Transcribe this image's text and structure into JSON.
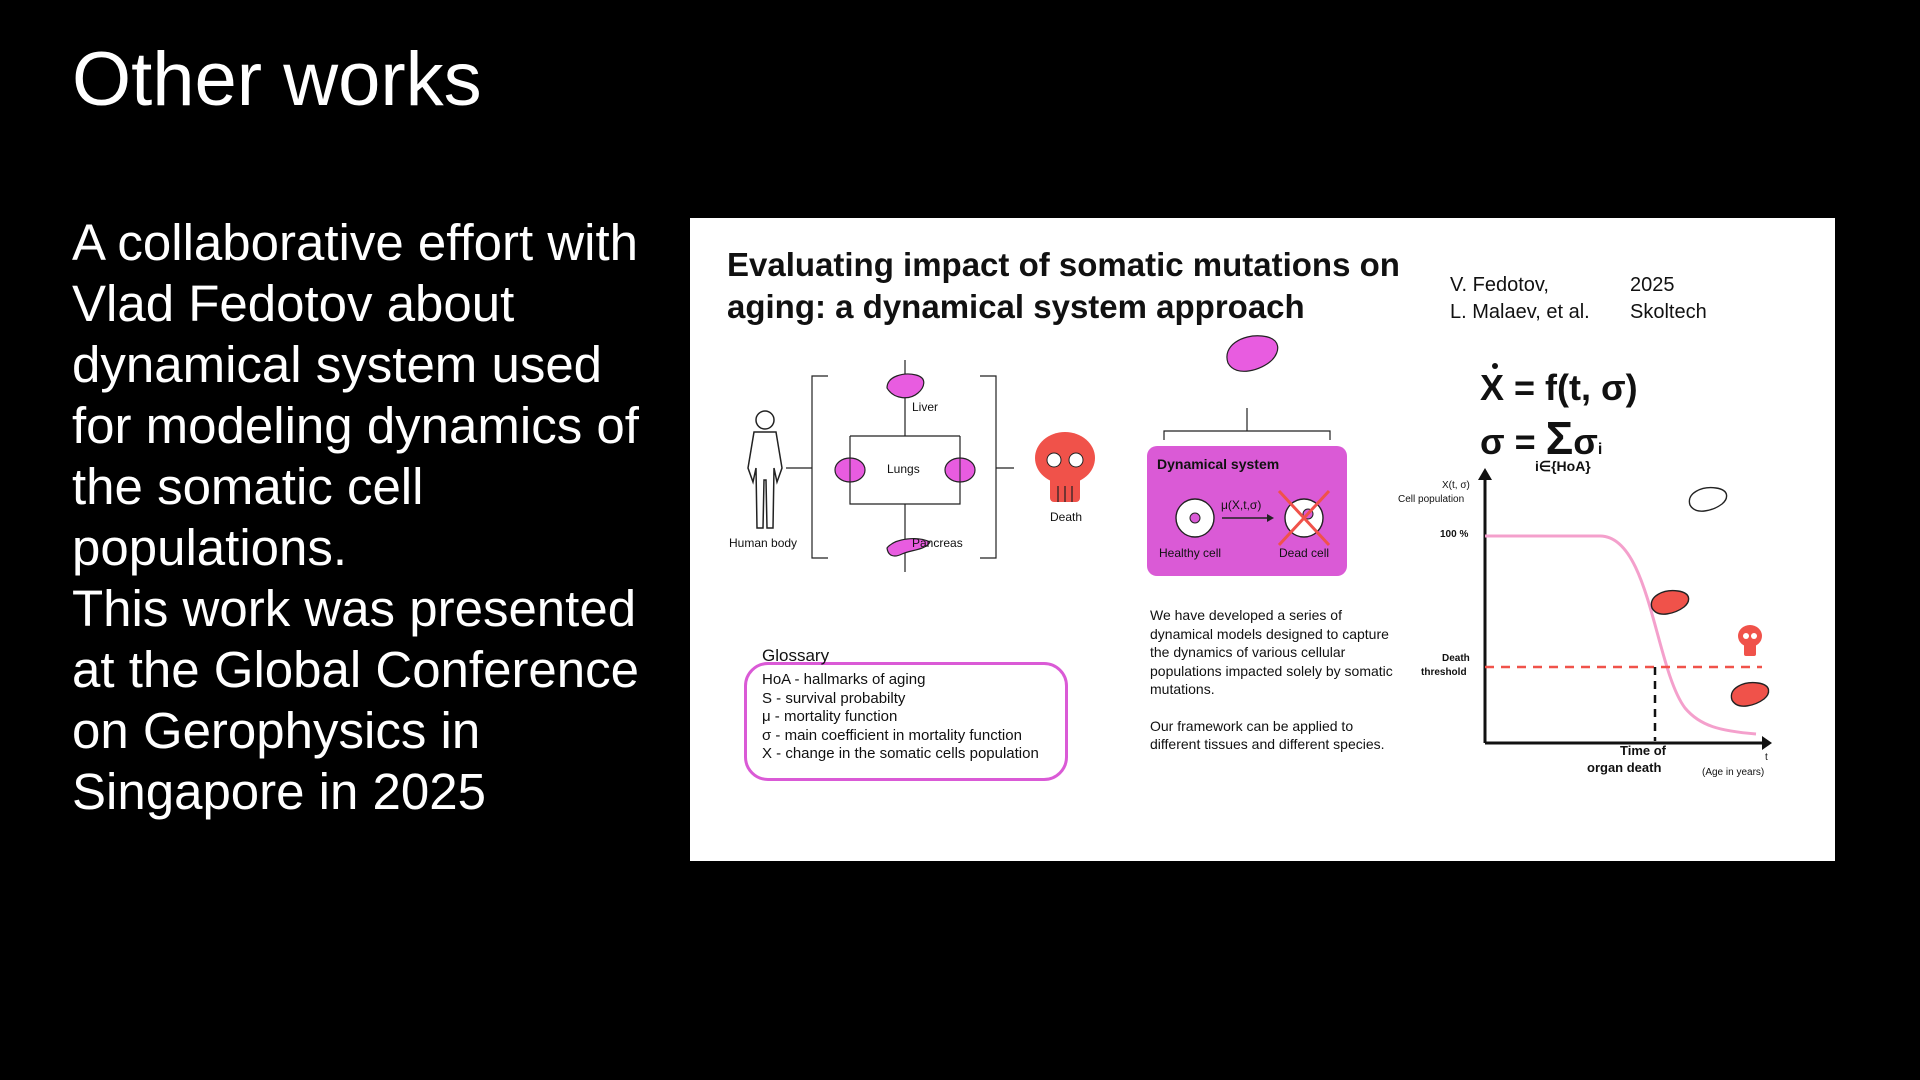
{
  "slide": {
    "title": "Other works",
    "body": [
      "A collaborative effort with Vlad Fedotov about dynamical system used for modeling dynamics of the somatic cell populations.",
      "This work was presented at the Global Conference on Gerophysics in Singapore in 2025"
    ]
  },
  "poster": {
    "title": "Evaluating impact of somatic mutations on aging: a dynamical system approach",
    "authors": [
      "V. Fedotov,",
      "L. Malaev, et al."
    ],
    "meta": [
      "2025",
      "Skoltech"
    ],
    "equations": {
      "line1": "X = f(t, σ)",
      "line2_lhs": "σ = ",
      "sigma_symbol": "Σ",
      "line2_rhs": "σ",
      "line2_sub": "i",
      "under": "i∈{HoA}"
    },
    "body_diagram": {
      "human_label": "Human body",
      "organs": [
        "Liver",
        "Lungs",
        "Pancreas"
      ],
      "death_label": "Death"
    },
    "dynamical_system": {
      "title": "Dynamical system",
      "arrow_label": "μ(X,t,σ)",
      "healthy": "Healthy cell",
      "dead": "Dead cell"
    },
    "description": [
      "We have developed a series of dynamical models designed to capture the dynamics of various cellular populations impacted solely by somatic mutations.",
      "Our framework can be applied to different tissues and different species."
    ],
    "glossary": {
      "title": "Glossary",
      "items": [
        "HoA - hallmarks of aging",
        "S - survival probabilty",
        "μ - mortality function",
        "σ - main coefficient in mortality function",
        "X - change in the somatic cells population"
      ]
    },
    "plot": {
      "y_label_line1": "X(t, σ)",
      "y_label_line2": "Cell population",
      "y_tick_100": "100 %",
      "death_threshold_line1": "Death",
      "death_threshold_line2": "threshold",
      "x_label_line1": "Time of",
      "x_label_line2": "organ death",
      "t_label": "t",
      "t_unit": "(Age in years)"
    },
    "colors": {
      "magenta": "#da5ad6",
      "organ_pink": "#e85ce0",
      "red": "#f0524a",
      "curve_pink": "#f4a0cc"
    }
  }
}
